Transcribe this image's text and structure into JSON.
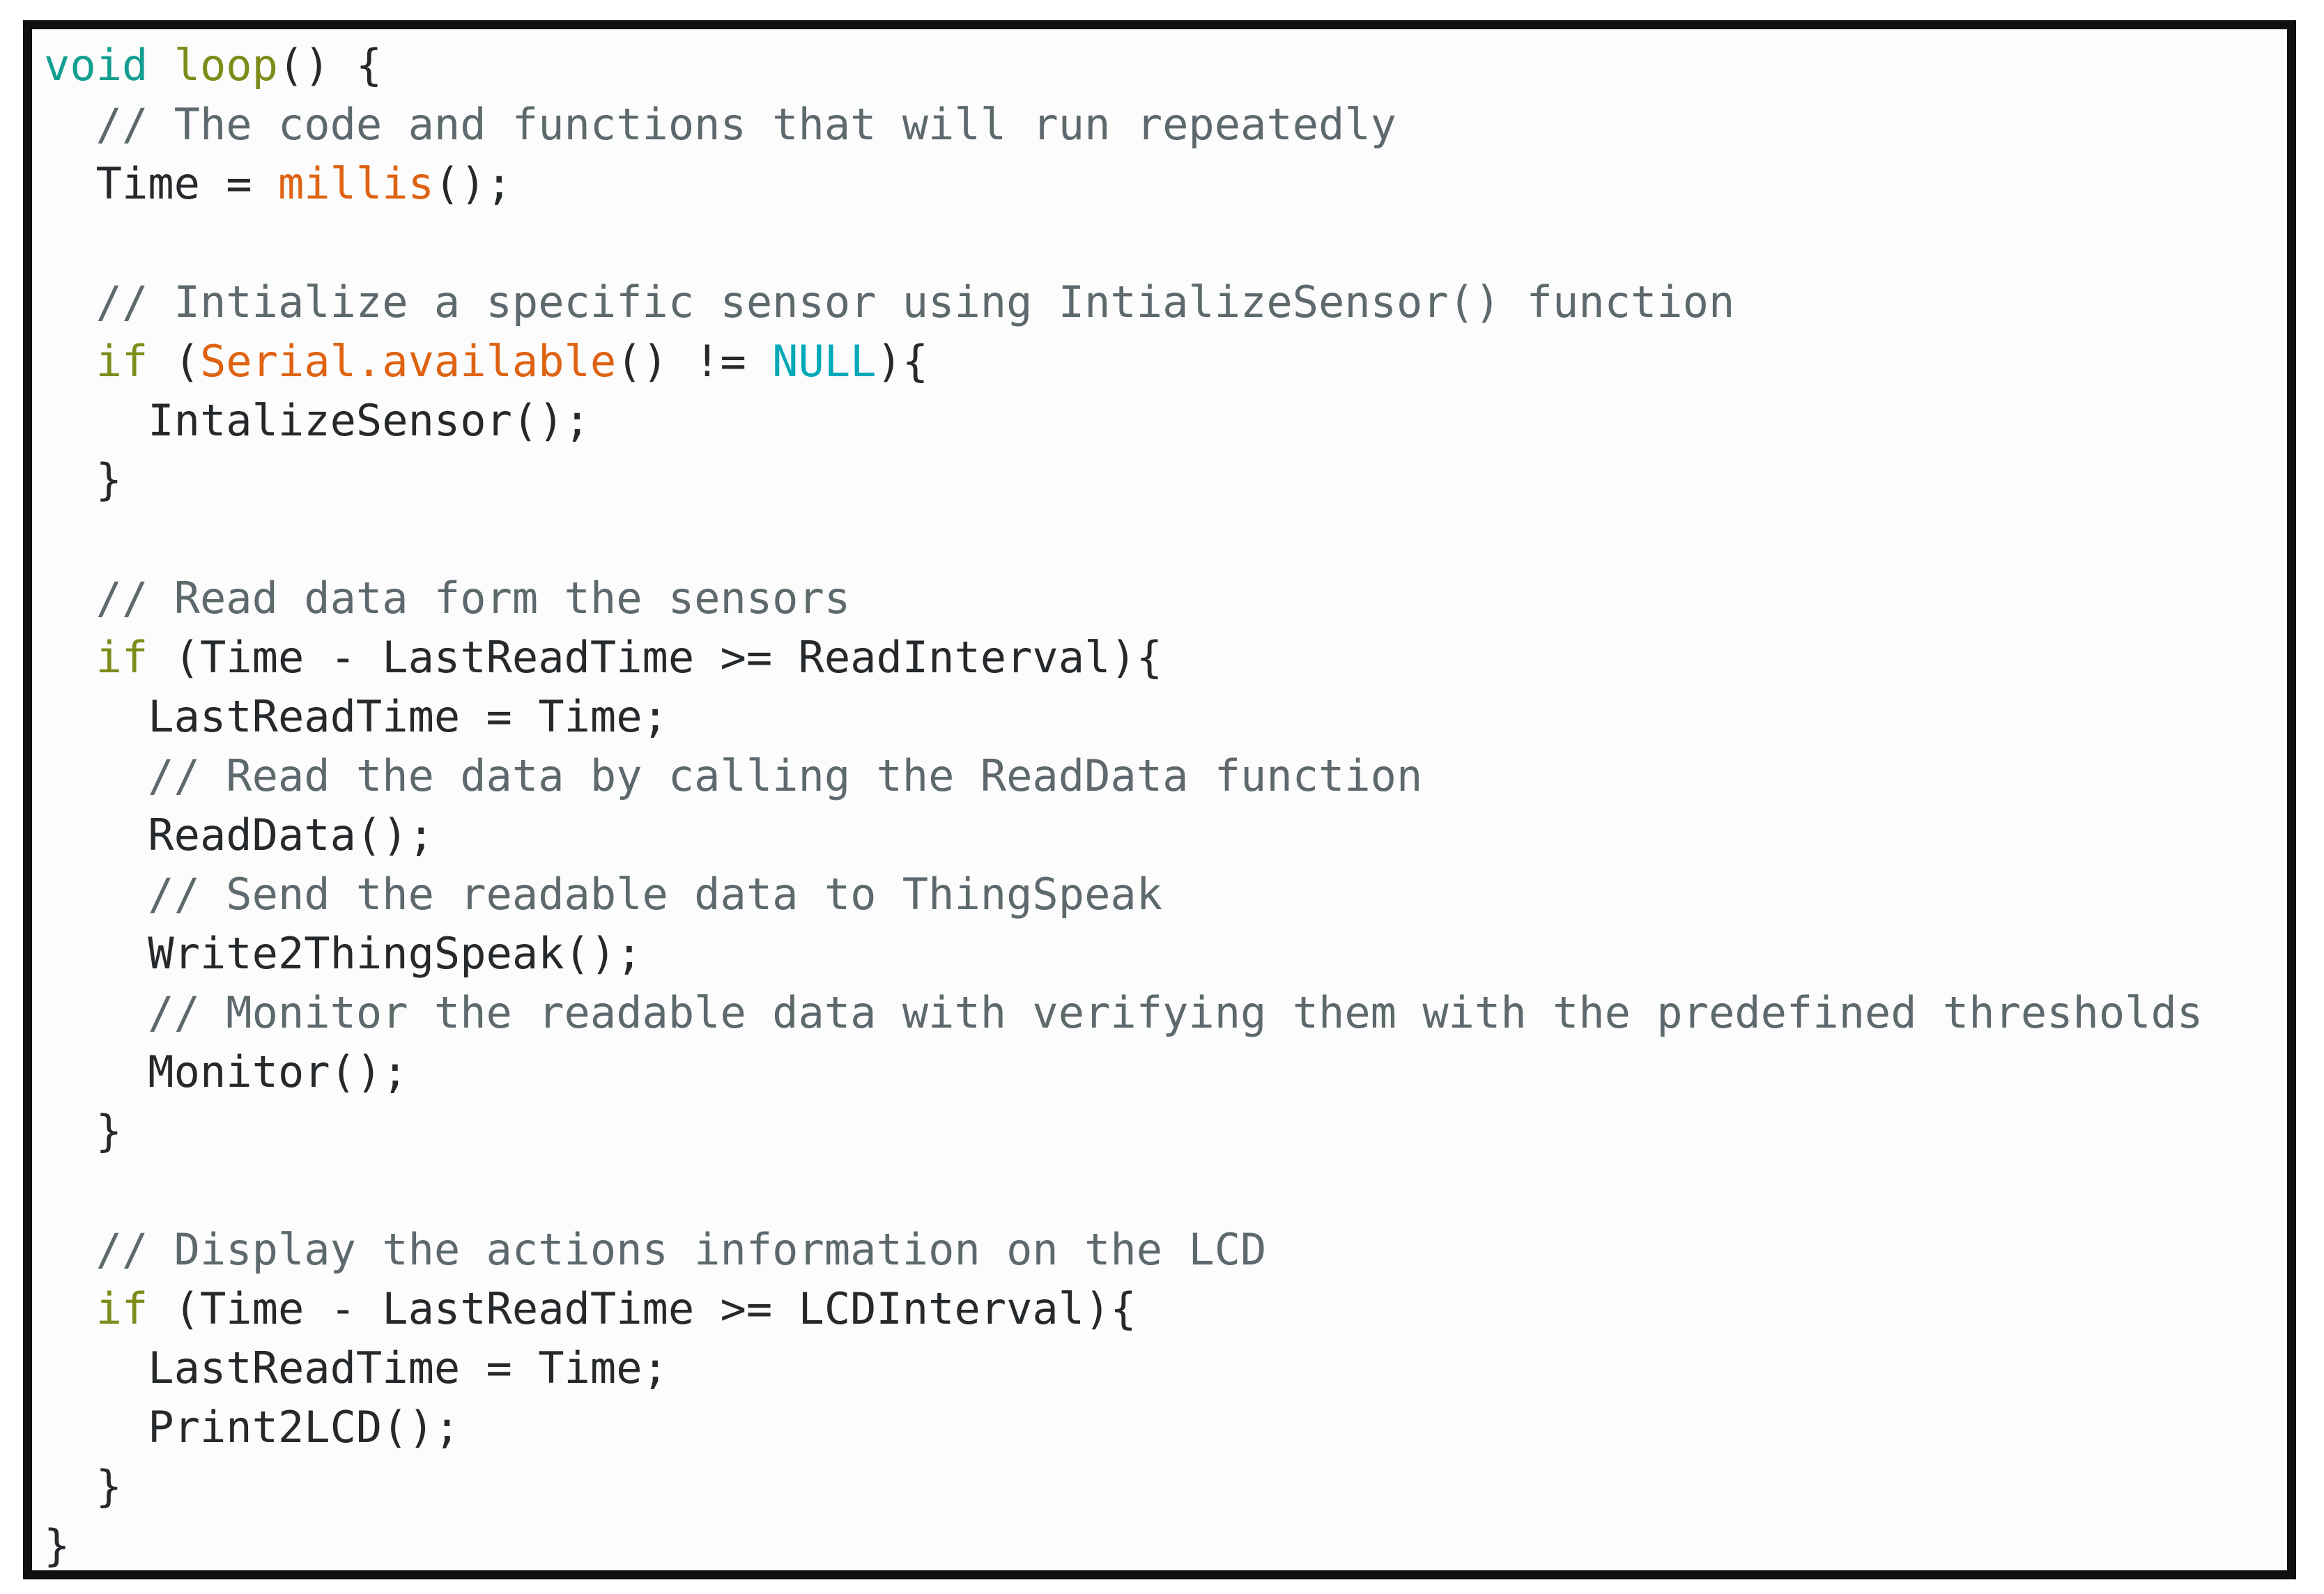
{
  "colors": {
    "frame": "#101010",
    "page_bg": "#ffffff",
    "code_bg": "#fcfcfc",
    "plain": "#26292c",
    "comment": "#5d696c",
    "type": "#149e91",
    "keyword": "#7d8c1a",
    "function": "#de6312",
    "constant": "#00a8b8"
  },
  "code": {
    "language": "arduino-c",
    "lines": [
      {
        "segments": [
          {
            "t": "void",
            "c": "type"
          },
          {
            "t": " ",
            "c": "plain"
          },
          {
            "t": "loop",
            "c": "keyword"
          },
          {
            "t": "() {",
            "c": "plain"
          }
        ]
      },
      {
        "segments": [
          {
            "t": "  // The code and functions that will run repeatedly",
            "c": "comment"
          }
        ]
      },
      {
        "segments": [
          {
            "t": "  Time = ",
            "c": "plain"
          },
          {
            "t": "millis",
            "c": "function"
          },
          {
            "t": "();",
            "c": "plain"
          }
        ]
      },
      {
        "segments": []
      },
      {
        "segments": [
          {
            "t": "  // Intialize a specific sensor using IntializeSensor() function",
            "c": "comment"
          }
        ]
      },
      {
        "segments": [
          {
            "t": "  ",
            "c": "plain"
          },
          {
            "t": "if",
            "c": "keyword"
          },
          {
            "t": " (",
            "c": "plain"
          },
          {
            "t": "Serial.available",
            "c": "function"
          },
          {
            "t": "() != ",
            "c": "plain"
          },
          {
            "t": "NULL",
            "c": "constant"
          },
          {
            "t": "){",
            "c": "plain"
          }
        ]
      },
      {
        "segments": [
          {
            "t": "    IntalizeSensor();",
            "c": "plain"
          }
        ]
      },
      {
        "segments": [
          {
            "t": "  }",
            "c": "plain"
          }
        ]
      },
      {
        "segments": []
      },
      {
        "segments": [
          {
            "t": "  // Read data form the sensors",
            "c": "comment"
          }
        ]
      },
      {
        "segments": [
          {
            "t": "  ",
            "c": "plain"
          },
          {
            "t": "if",
            "c": "keyword"
          },
          {
            "t": " (Time - LastReadTime >= ReadInterval){",
            "c": "plain"
          }
        ]
      },
      {
        "segments": [
          {
            "t": "    LastReadTime = Time;",
            "c": "plain"
          }
        ]
      },
      {
        "segments": [
          {
            "t": "    // Read the data by calling the ReadData function",
            "c": "comment"
          }
        ]
      },
      {
        "segments": [
          {
            "t": "    ReadData();",
            "c": "plain"
          }
        ]
      },
      {
        "segments": [
          {
            "t": "    // Send the readable data to ThingSpeak",
            "c": "comment"
          }
        ]
      },
      {
        "segments": [
          {
            "t": "    Write2ThingSpeak();",
            "c": "plain"
          }
        ]
      },
      {
        "segments": [
          {
            "t": "    // Monitor the readable data with verifying them with the predefined thresholds",
            "c": "comment"
          }
        ]
      },
      {
        "segments": [
          {
            "t": "    Monitor();",
            "c": "plain"
          }
        ]
      },
      {
        "segments": [
          {
            "t": "  }",
            "c": "plain"
          }
        ]
      },
      {
        "segments": []
      },
      {
        "segments": [
          {
            "t": "  // Display the actions information on the LCD",
            "c": "comment"
          }
        ]
      },
      {
        "segments": [
          {
            "t": "  ",
            "c": "plain"
          },
          {
            "t": "if",
            "c": "keyword"
          },
          {
            "t": " (Time - LastReadTime >= LCDInterval){",
            "c": "plain"
          }
        ]
      },
      {
        "segments": [
          {
            "t": "    LastReadTime = Time;",
            "c": "plain"
          }
        ]
      },
      {
        "segments": [
          {
            "t": "    Print2LCD();",
            "c": "plain"
          }
        ]
      },
      {
        "segments": [
          {
            "t": "  }",
            "c": "plain"
          }
        ]
      },
      {
        "segments": [
          {
            "t": "}",
            "c": "plain"
          }
        ]
      }
    ]
  }
}
